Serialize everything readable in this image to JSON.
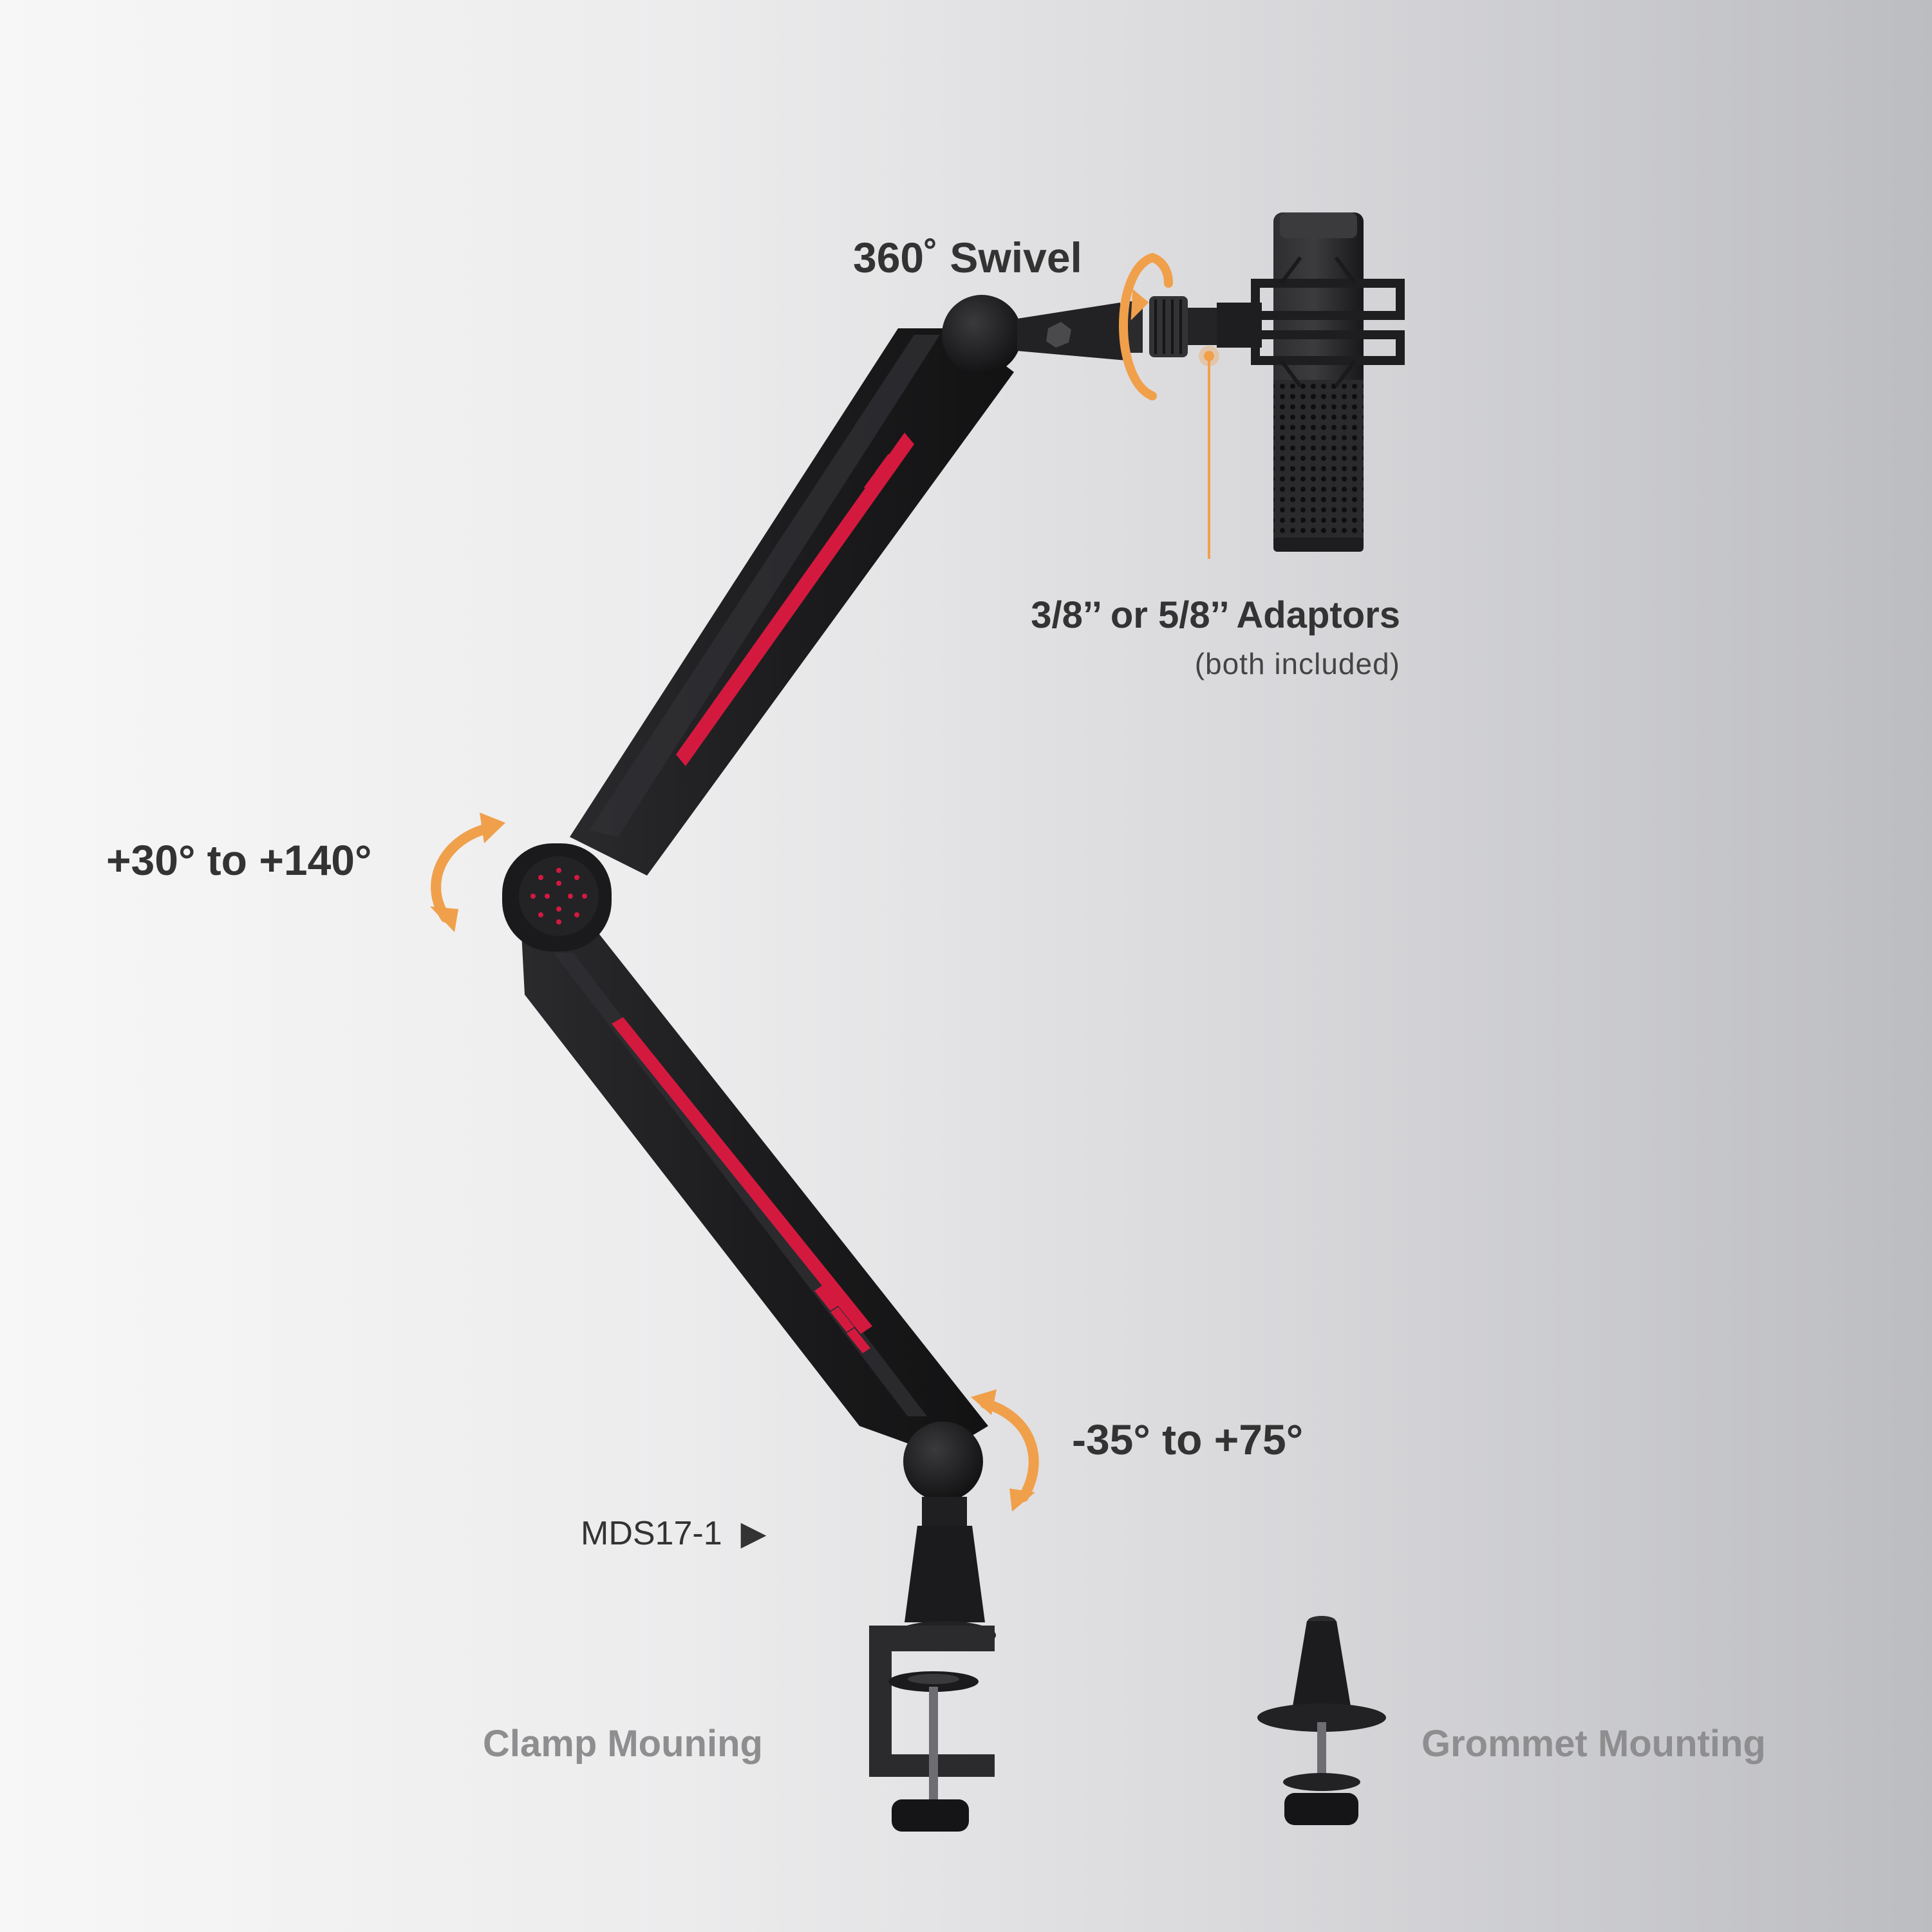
{
  "colors": {
    "accent_orange": "#f0a04b",
    "arm_black": "#1c1c1e",
    "red_accent": "#d4193f",
    "label_dark": "#333333",
    "label_grey": "#8e8e90"
  },
  "labels": {
    "swivel": "360˚ Swivel",
    "adaptors": "3/8’’ or 5/8’’ Adaptors",
    "adaptors_note": "(both included)",
    "middle_joint": "+30° to +140°",
    "base_joint": "-35° to +75°",
    "model": "MDS17-1",
    "clamp": "Clamp Mouning",
    "grommet": "Grommet Mounting"
  },
  "icons": {
    "rotation": "curved-double-arrow-icon",
    "pointer": "play-triangle-icon"
  }
}
